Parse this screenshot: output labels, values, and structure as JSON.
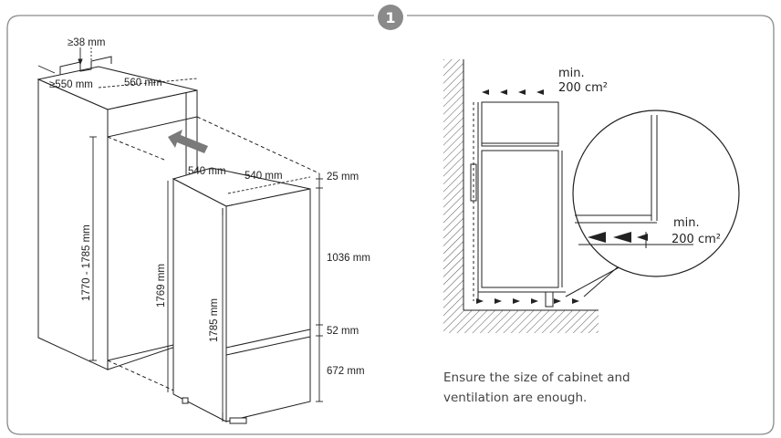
{
  "step": {
    "number": "1"
  },
  "cabinet": {
    "label_top_gap": "≥38 mm",
    "label_depth": "≥550 mm",
    "label_width": "560 mm",
    "label_height": "1770 - 1785 mm"
  },
  "appliance": {
    "label_depth": "540 mm",
    "label_width": "540 mm",
    "label_inner_height": "1769 mm",
    "label_height": "1785 mm",
    "label_top": "25 mm",
    "label_upper": "1036 mm",
    "label_middle": "52 mm",
    "label_lower": "672 mm"
  },
  "ventilation": {
    "top_min": "min.",
    "top_area": "200 cm²",
    "bottom_min": "min.",
    "bottom_area": "200 cm²"
  },
  "note": {
    "line1": "Ensure the size of cabinet and",
    "line2": "ventilation are enough."
  },
  "colors": {
    "frame": "#8a8a8a",
    "badge": "#8a8a8a",
    "text": "#222222",
    "arrow": "#7a7a7a"
  }
}
